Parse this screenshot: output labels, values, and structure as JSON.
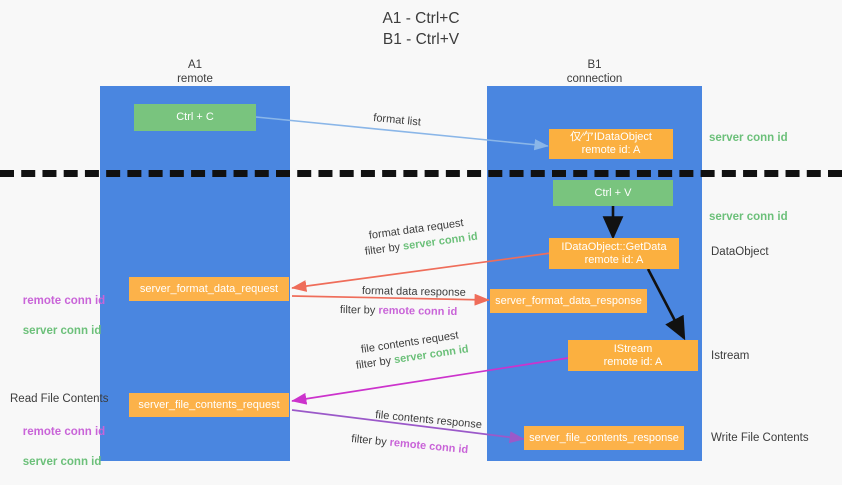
{
  "title": "A1 - Ctrl+C\nB1 - Ctrl+V",
  "columns": {
    "left": "A1\nremote",
    "right": "B1\nconnection"
  },
  "colors": {
    "lane": "#4a86e0",
    "green_box": "#79c47e",
    "orange_box": "#fbb040",
    "server_conn_id": "#6cc07a",
    "remote_conn_id": "#c964d8",
    "arrow_format_list": "#8ab6e8",
    "arrow_red": "#ef6d5a",
    "arrow_magenta": "#cc33cc",
    "arrow_purple": "#9b59c9",
    "arrow_black": "#111111",
    "separator": "#111111"
  },
  "boxes": {
    "ctrl_c": "Ctrl + C",
    "idataobject": "仅⁄亇IDataObject\nremote id: A",
    "ctrl_v": "Ctrl + V",
    "getdata": "IDataObject::GetData\nremote id: A",
    "server_format_data_request": "server_format_data_request",
    "server_format_data_response": "server_format_data_response",
    "istream": "IStream\nremote id: A",
    "server_file_contents_request": "server_file_contents_request",
    "server_file_contents_response": "server_file_contents_response"
  },
  "edge_labels": {
    "format_list": "format list",
    "format_data_request": "format data request",
    "format_data_request_filter_prefix": "filter by ",
    "format_data_request_filter_value": "server conn id",
    "format_data_response": "format data response",
    "format_data_response_filter_prefix": "filter by ",
    "format_data_response_filter_value": "remote conn id",
    "file_contents_request": "file contents request",
    "file_contents_request_filter_prefix": "filter by ",
    "file_contents_request_filter_value": "server conn id",
    "file_contents_response": "file contents response",
    "file_contents_response_filter_prefix": "filter by ",
    "file_contents_response_filter_value": "remote conn id"
  },
  "right_labels": {
    "server_conn_id_top": "server conn id",
    "server_conn_id_mid": "server conn id",
    "dataobject": "DataObject",
    "istream": "Istream",
    "write_file_contents": "Write File Contents"
  },
  "left_labels": {
    "remote_conn_id_1": "remote conn id",
    "server_conn_id_1": "server conn id",
    "read_file_contents": "Read File Contents",
    "remote_conn_id_2": "remote conn id",
    "server_conn_id_2": "server conn id"
  }
}
